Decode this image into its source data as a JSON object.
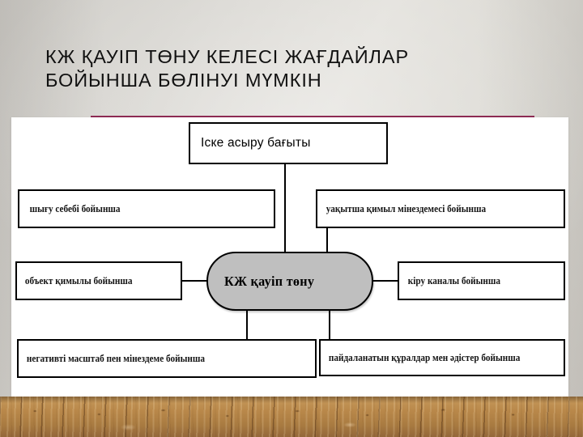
{
  "slide": {
    "title": "КЖ ҚАУІП ТӨНУ КЕЛЕСІ ЖАҒДАЙЛАР\nБОЙЫНША БӨЛІНУІ МҮМКІН",
    "accent_color": "#8e2b54",
    "background_color": "#d8d6d1",
    "panel_color": "#ffffff"
  },
  "diagram": {
    "center_node": {
      "label": "КЖ қауіп төну",
      "fill_color": "#bfbfbf",
      "border_color": "#000000",
      "shape": "rounded-oval"
    },
    "top_node": {
      "label": "Іске асыру бағыты",
      "fill_color": "#ffffff",
      "border_color": "#000000",
      "shape": "rectangle"
    },
    "branches": [
      {
        "id": "top-left",
        "label": "шығу себебі бойынша"
      },
      {
        "id": "top-right",
        "label": "уақытша қимыл мінездемесі бойынша"
      },
      {
        "id": "middle-left",
        "label": "объект қимылы бойынша"
      },
      {
        "id": "middle-right",
        "label": "кіру каналы бойынша"
      },
      {
        "id": "bottom-left",
        "label": "негативті масштаб пен мінездеме бойынша"
      },
      {
        "id": "bottom-right",
        "label": "пайдаланатын құралдар мен әдістер бойынша"
      }
    ]
  },
  "floor": {
    "material": "wooden-planks",
    "color": "#b9884a"
  }
}
